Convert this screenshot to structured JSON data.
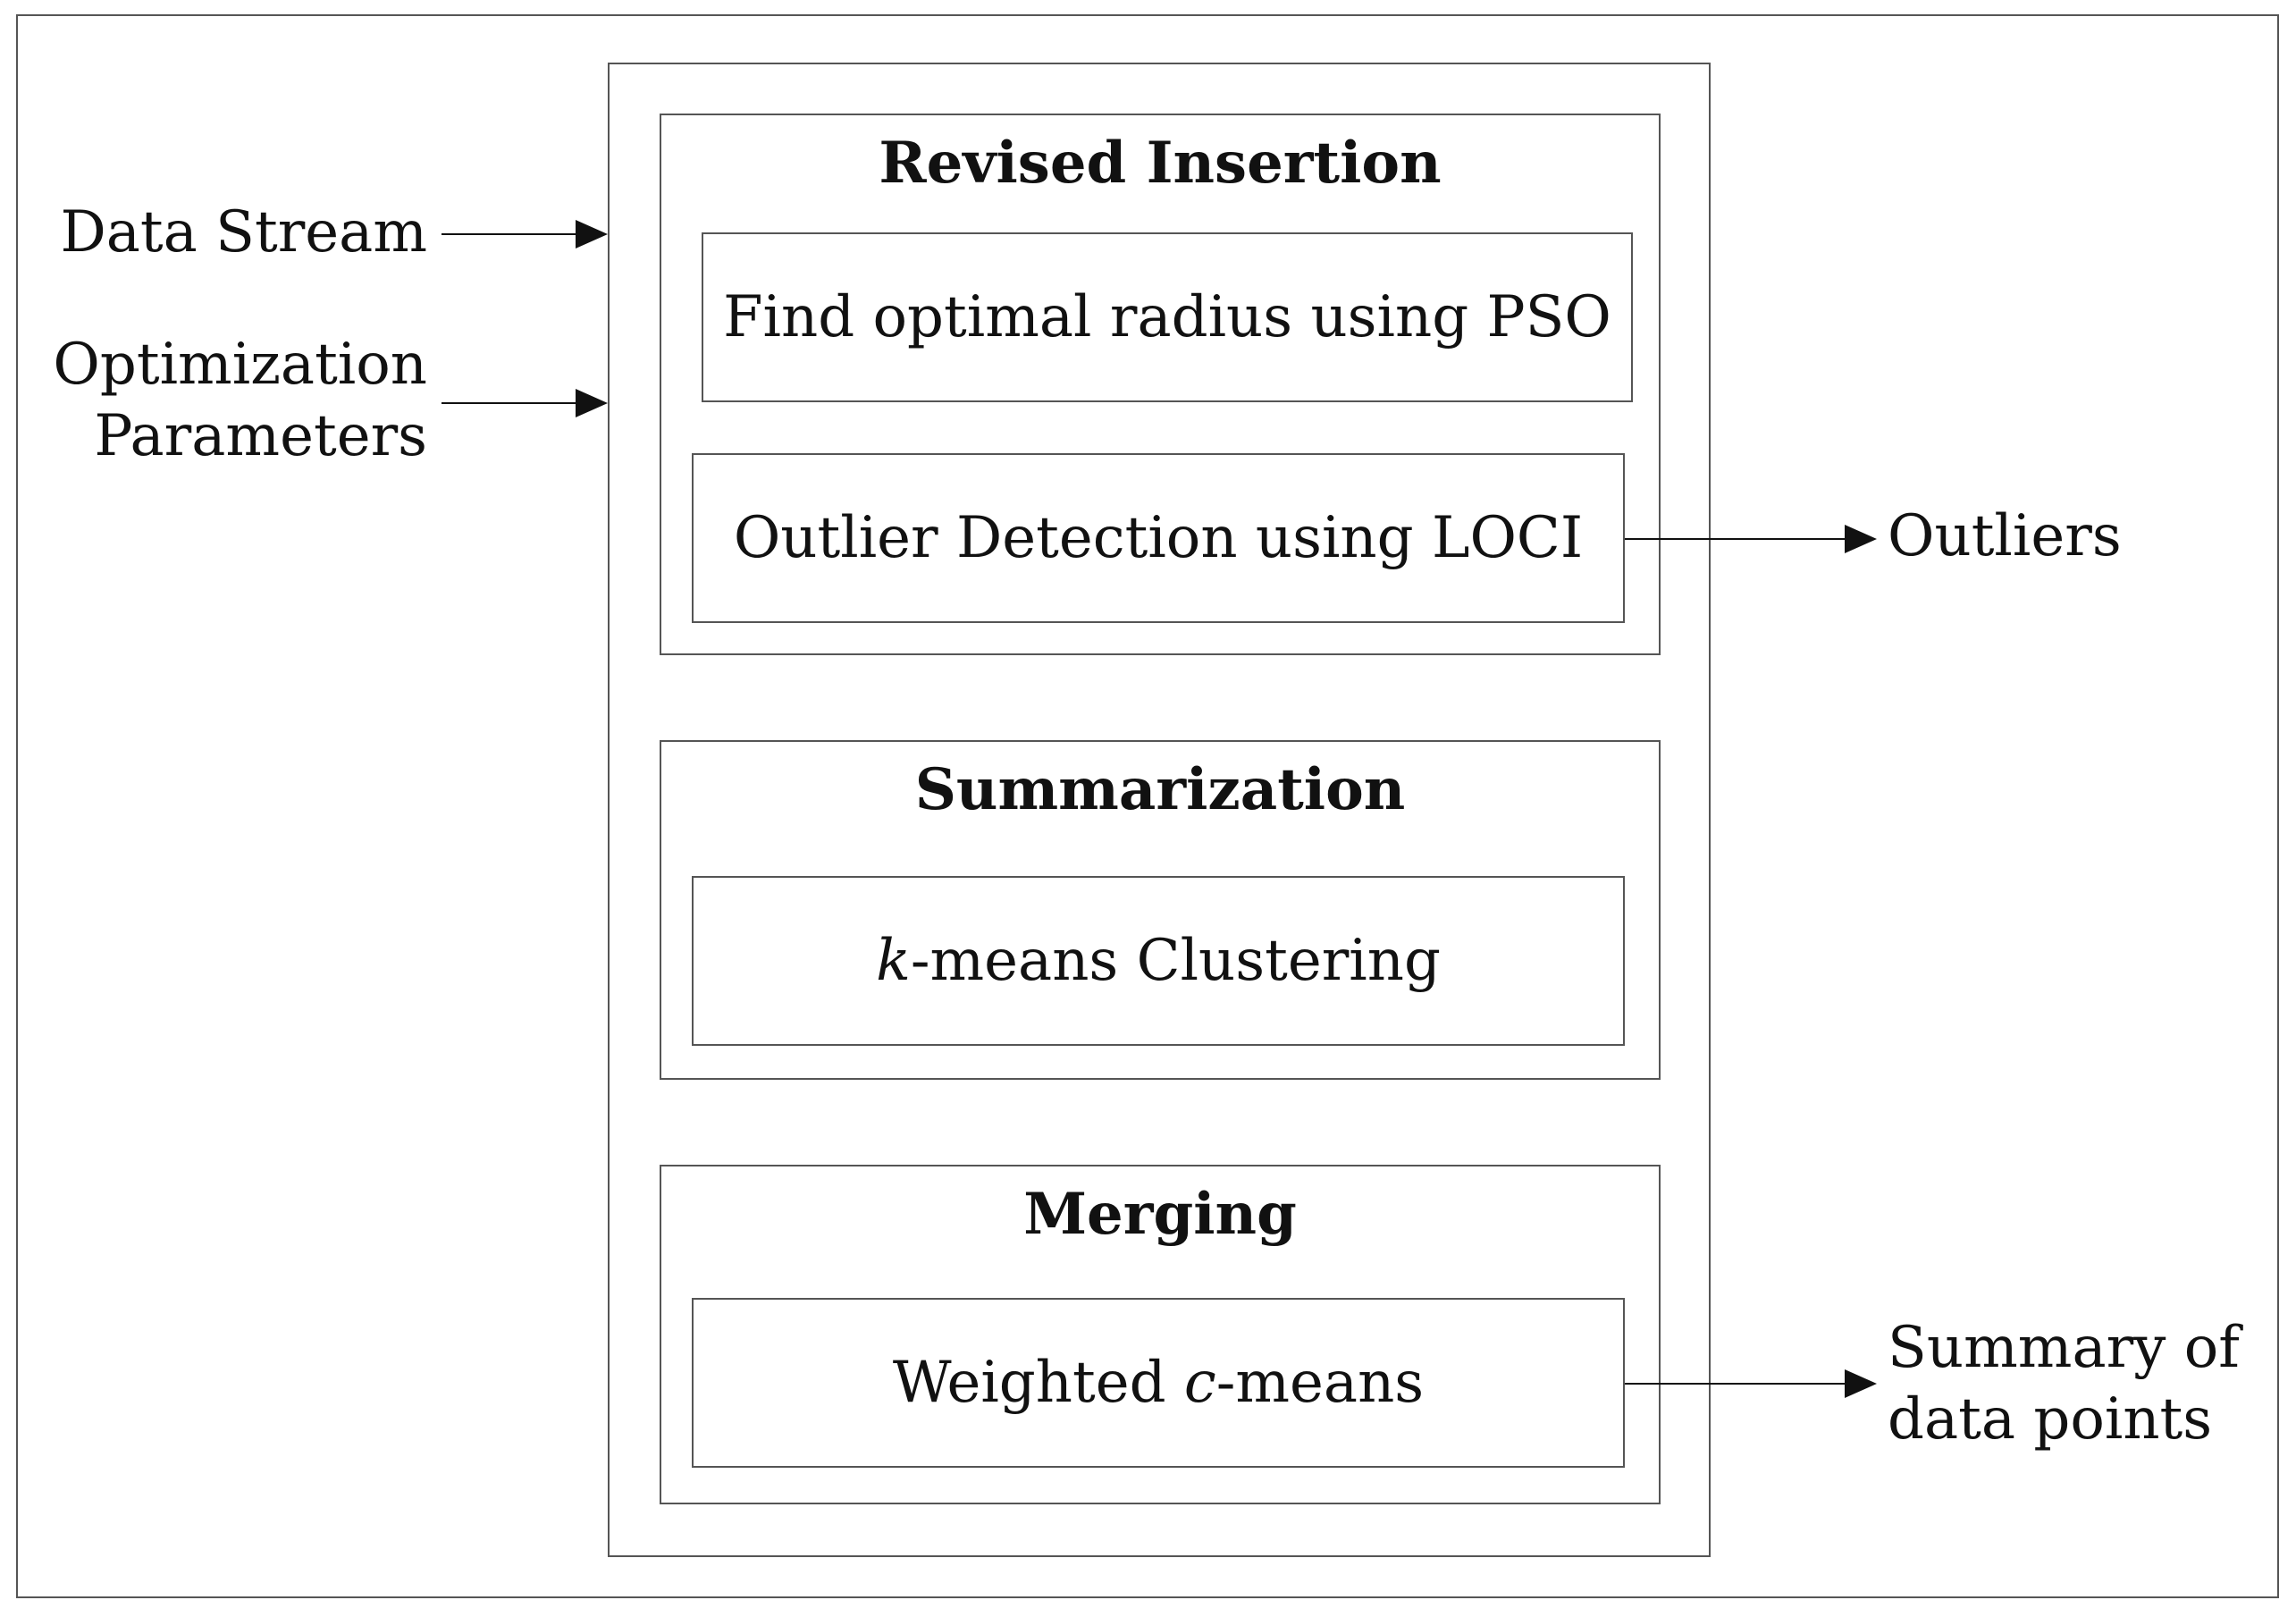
{
  "inputs": {
    "data_stream": "Data Stream",
    "optimization_line1": "Optimization",
    "optimization_line2": "Parameters"
  },
  "revised_insertion": {
    "title": "Revised Insertion",
    "pso_step": "Find optimal radius using PSO",
    "loci_step": "Outlier Detection using LOCI"
  },
  "summarization": {
    "title": "Summarization",
    "kmeans_italic": "k",
    "kmeans_rest": "-means Clustering"
  },
  "merging": {
    "title": "Merging",
    "cmeans_prefix": "Weighted ",
    "cmeans_italic": "c",
    "cmeans_rest": "-means"
  },
  "outputs": {
    "outliers": "Outliers",
    "summary_line1": "Summary of",
    "summary_line2": "data points"
  }
}
